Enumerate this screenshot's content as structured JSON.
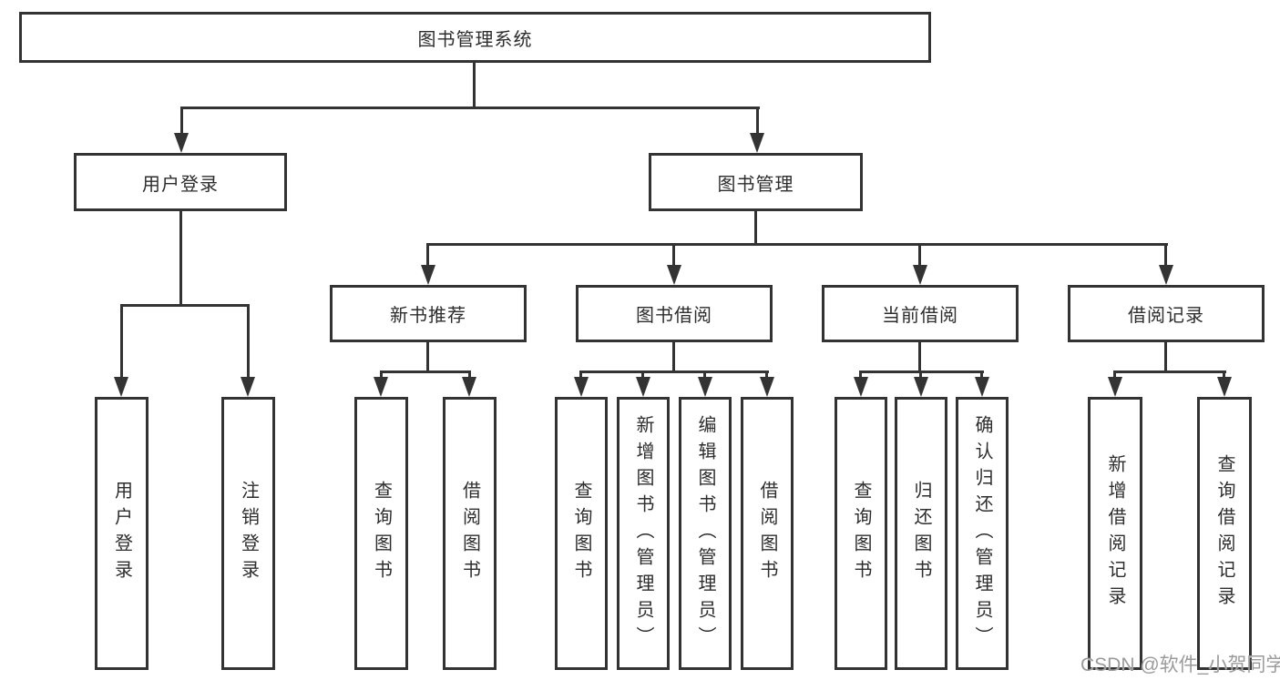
{
  "tree": {
    "root": "图书管理系统",
    "branches": [
      {
        "label": "用户登录",
        "children": [
          "用户登录",
          "注销登录"
        ]
      },
      {
        "label": "图书管理",
        "groups": [
          {
            "label": "新书推荐",
            "children": [
              "查询图书",
              "借阅图书"
            ]
          },
          {
            "label": "图书借阅",
            "children": [
              "查询图书",
              "新增图书（管理员）",
              "编辑图书（管理员）",
              "借阅图书"
            ]
          },
          {
            "label": "当前借阅",
            "children": [
              "查询图书",
              "归还图书",
              "确认归还（管理员）"
            ]
          },
          {
            "label": "借阅记录",
            "children": [
              "新增借阅记录",
              "查询借阅记录"
            ]
          }
        ]
      }
    ]
  },
  "watermark": "CSDN @软件_小贺同学",
  "colors": {
    "line": "#333333",
    "box_border": "#333333",
    "text": "#2d2d2d",
    "watermark": "#9b9b9b",
    "background": "#ffffff"
  }
}
